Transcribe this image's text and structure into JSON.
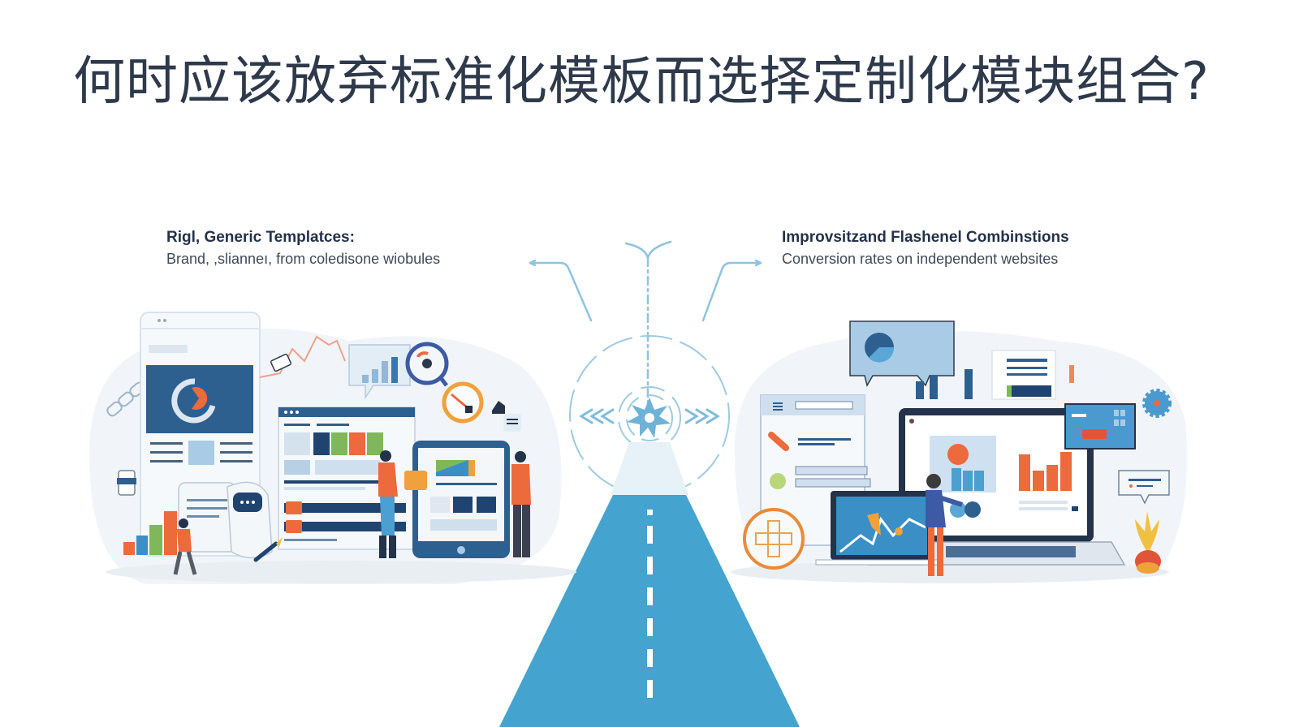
{
  "slide": {
    "title": "何时应该放弃标准化模板而选择定制化模块组合?",
    "left_panel": {
      "heading": "Rigl, Generic Templatces:",
      "subheading": "Brand, ,slianneı, from coledisone wiobules",
      "illustration": "generic-templates-illustration"
    },
    "right_panel": {
      "heading": "Improvsitzand Flashenel Combinstions",
      "subheading": "Conversion rates on independent websites",
      "illustration": "custom-modules-illustration"
    },
    "center": {
      "illustration": "crossroad-road-illustration"
    }
  },
  "colors": {
    "title": "#2e3a4b",
    "navy": "#2a5a8a",
    "dark_navy": "#1f4470",
    "road_blue": "#45a3cf",
    "orange": "#ec6a3c",
    "green": "#7fb85a",
    "light_blue": "#a9cbe6",
    "pale_bg": "#eef3f8",
    "accent_gold": "#f0a13c"
  }
}
